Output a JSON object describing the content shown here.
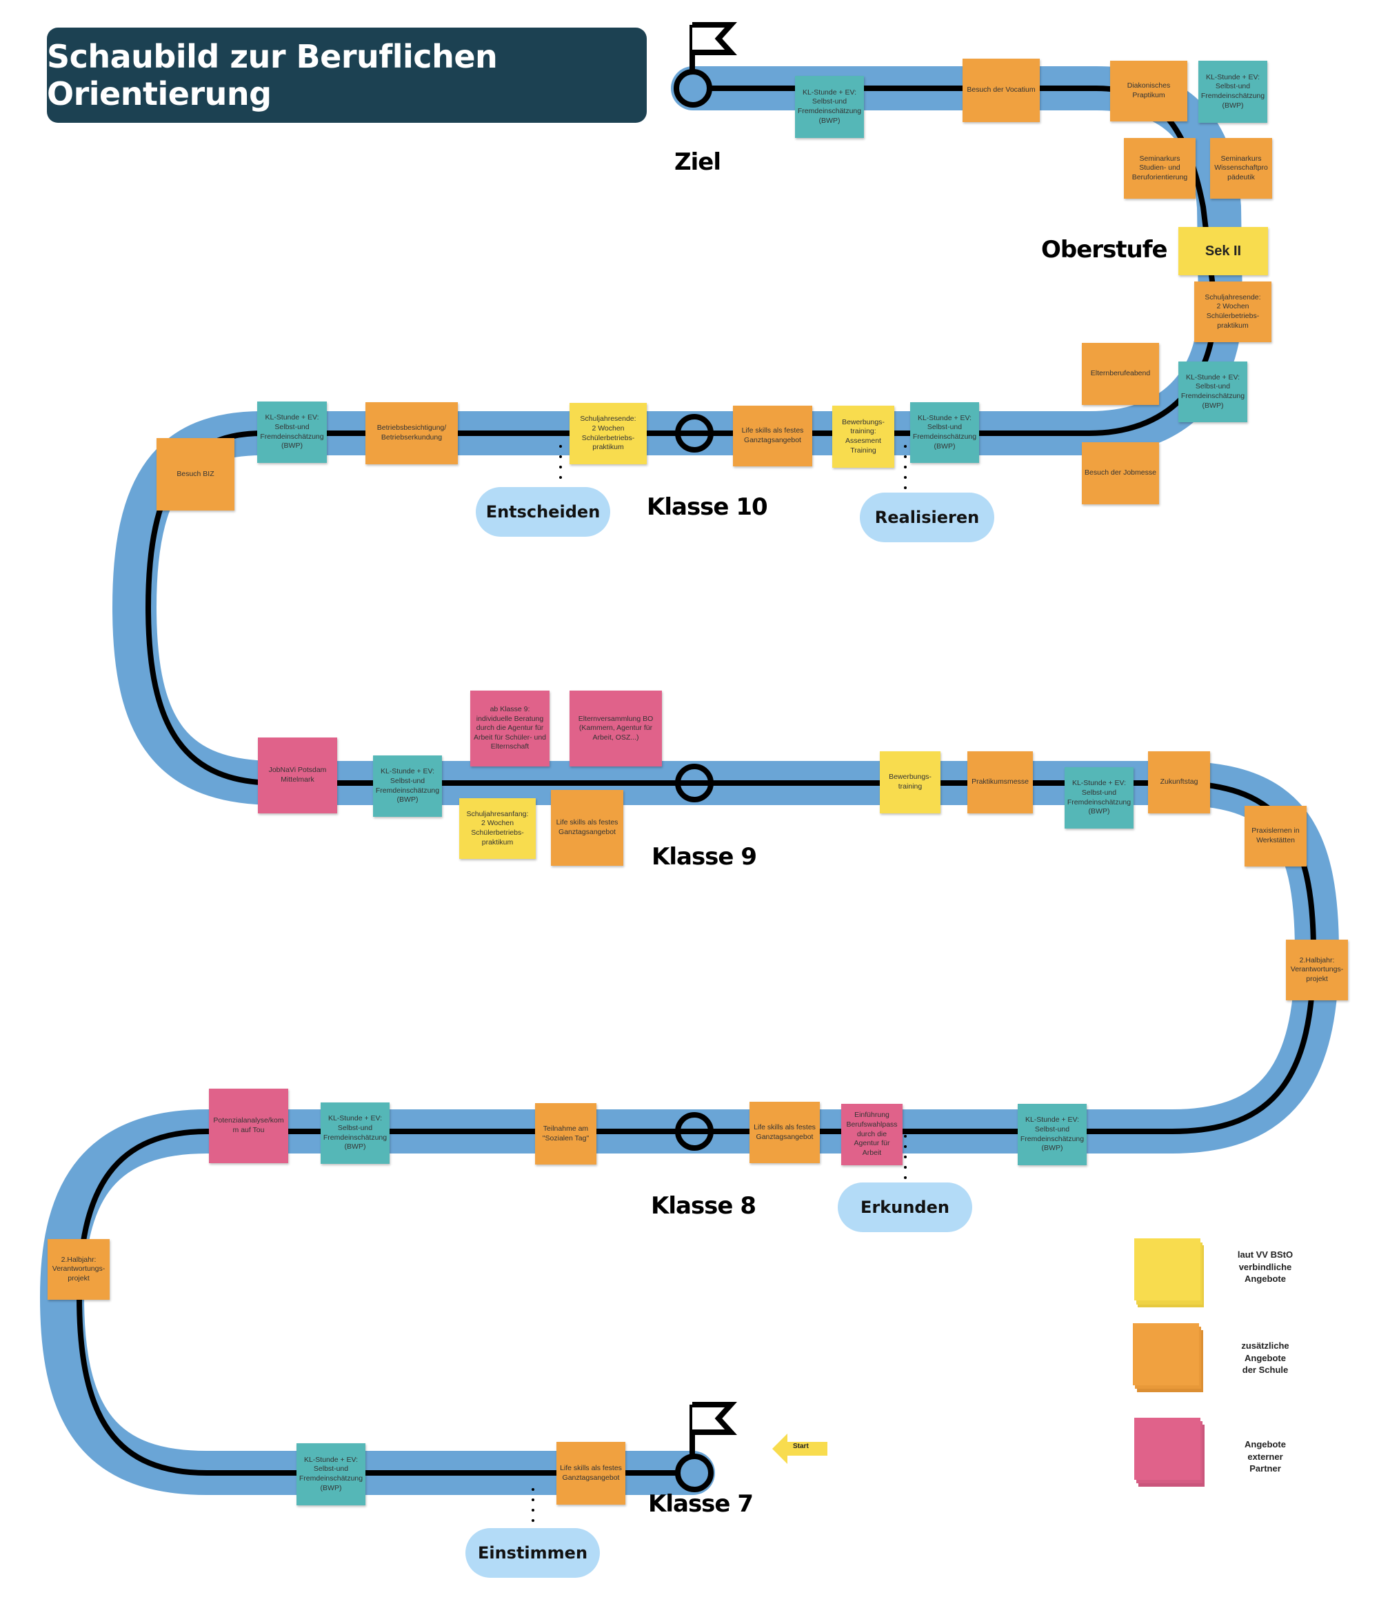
{
  "title": "Schaubild zur Beruflichen Orientierung",
  "colors": {
    "track": "#6aa5d6",
    "rail": "#000000",
    "title_bg": "#1c4152",
    "phase_bg": "#b3dbf7",
    "yellow": "#f8dc4e",
    "orange": "#f0a140",
    "teal": "#55b7b7",
    "pink": "#e0628a"
  },
  "stages": {
    "ziel": "Ziel",
    "oberstufe": "Oberstufe",
    "klasse10": "Klasse 10",
    "klasse9": "Klasse 9",
    "klasse8": "Klasse 8",
    "klasse7": "Klasse 7"
  },
  "phases": {
    "entscheiden": "Entscheiden",
    "realisieren": "Realisieren",
    "erkunden": "Erkunden",
    "einstimmen": "Einstimmen"
  },
  "start_label": "Start",
  "notes": {
    "ziel_kl": "KL-Stunde + EV:\nSelbst-und\nFremdeinschätzung\n(BWP)",
    "vocatium": "Besuch der Vocatium",
    "diakonisch": "Diakonisches\nPraptikum",
    "ob_kl": "KL-Stunde + EV:\nSelbst-und\nFremdeinschätzung\n(BWP)",
    "seminar_studien": "Seminarkurs\nStudien- und\nBeruforientierung",
    "seminar_wiss": "Seminarkurs\nWissenschaftpro\npädeutik",
    "sek2": "Sek II",
    "sek2_praktikum": "Schuljahresende:\n2 Wochen\nSchülerbetriebs-\npraktikum",
    "elternberufeabend": "Elternberufeabend",
    "k10_kl_right": "KL-Stunde + EV:\nSelbst-und\nFremdeinschätzung\n(BWP)",
    "jobmesse": "Besuch der Jobmesse",
    "k10_kl_mid": "KL-Stunde + EV:\nSelbst-und\nFremdeinschätzung\n(BWP)",
    "assessment": "Bewerbungs-\ntraining:\nAssesment\nTraining",
    "k10_lifeskills": "Life skills als festes\nGanztagsangebot",
    "k10_praktikum": "Schuljahresende:\n2 Wochen\nSchülerbetriebs-\npraktikum",
    "betriebsbesichtigung": "Betriebsbesichtigung/\nBetriebserkundung",
    "k10_kl_left": "KL-Stunde + EV:\nSelbst-und\nFremdeinschätzung\n(BWP)",
    "biz": "Besuch BIZ",
    "jobnavi": "JobNaVi Potsdam\nMittelmark",
    "k9_kl_left": "KL-Stunde + EV:\nSelbst-und\nFremdeinschätzung\n(BWP)",
    "beratung": "ab Klasse 9:\nindividuelle Beratung\ndurch die Agentur für\nArbeit für Schüler- und\nElternschaft",
    "elternversammlung": "Elternversammlung BO\n(Kammern, Agentur für\nArbeit, OSZ...)",
    "k9_praktikum": "Schuljahresanfang:\n2 Wochen\nSchülerbetriebs-\npraktikum",
    "k9_lifeskills": "Life skills als festes\nGanztagsangebot",
    "k9_bewerbung": "Bewerbungs-\ntraining",
    "praktikumsmesse": "Praktikumsmesse",
    "k9_kl_right": "KL-Stunde + EV:\nSelbst-und\nFremdeinschätzung\n(BWP)",
    "zukunftstag": "Zukunftstag",
    "praxislernen": "Praxislernen in\nWerkstätten",
    "k9_verantwortung": "2.Halbjahr:\nVerantwortungs-\nprojekt",
    "k8_kl_right": "KL-Stunde + EV:\nSelbst-und\nFremdeinschätzung\n(BWP)",
    "berufswahlpass": "Einführung\nBerufswahlpass\ndurch die\nAgentur für\nArbeit",
    "k8_lifeskills": "Life skills als festes\nGanztagsangebot",
    "sozialer_tag": "Teilnahme am\n\"Sozialen Tag\"",
    "k8_kl_left": "KL-Stunde + EV:\nSelbst-und\nFremdeinschätzung\n(BWP)",
    "potenzialanalyse": "Potenzialanalyse/kom\nm auf Tou",
    "k8_verantwortung": "2.Halbjahr:\nVerantwortungs-\nprojekt",
    "k7_kl": "KL-Stunde + EV:\nSelbst-und\nFremdeinschätzung\n(BWP)",
    "k7_lifeskills": "Life skills als festes\nGanztagsangebot"
  },
  "legend": [
    {
      "color": "yellow",
      "label": "laut VV BStO\nverbindliche\nAngebote"
    },
    {
      "color": "orange",
      "label": "zusätzliche\nAngebote\nder Schule"
    },
    {
      "color": "pink",
      "label": "Angebote\nexterner\nPartner"
    }
  ]
}
